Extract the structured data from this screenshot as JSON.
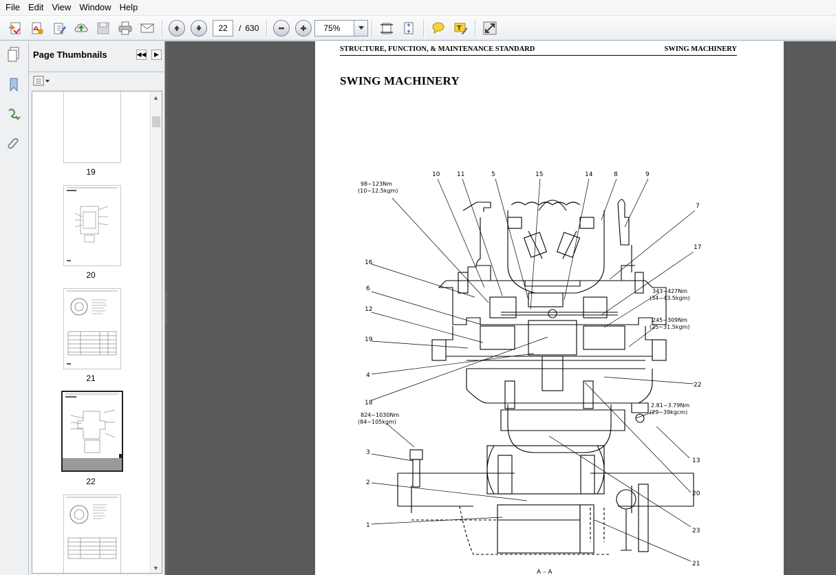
{
  "menu": [
    "File",
    "Edit",
    "View",
    "Window",
    "Help"
  ],
  "toolbar": {
    "current_page": "22",
    "page_separator": "/",
    "total_pages": "630",
    "zoom": "75%",
    "icons": [
      "create-pdf-icon",
      "acrobat-icon",
      "edit-icon",
      "cloud-upload-icon",
      "save-icon",
      "print-icon",
      "email-icon",
      "page-up-icon",
      "page-down-icon",
      "zoom-out-icon",
      "zoom-in-icon",
      "fit-width-icon",
      "fit-page-icon",
      "comment-icon",
      "highlight-icon",
      "full-screen-icon"
    ]
  },
  "panel": {
    "title": "Page Thumbnails",
    "thumbnails": [
      {
        "label": "19"
      },
      {
        "label": "20"
      },
      {
        "label": "21"
      },
      {
        "label": "22",
        "selected": true
      },
      {
        "label": ""
      }
    ]
  },
  "document": {
    "header_left": "STRUCTURE, FUNCTION, & MAINTENANCE STANDARD",
    "header_right": "SWING MACHINERY",
    "title": "SWING MACHINERY",
    "drawing": {
      "torques": [
        {
          "nm": "98~123Nm",
          "kgm": "(10~12.5kgm)"
        },
        {
          "nm": "343~427Nm",
          "kgm": "(34~43.5kgm)"
        },
        {
          "nm": "245~309Nm",
          "kgm": "(25~31.5kgm)"
        },
        {
          "nm": "2.81~3.79Nm",
          "kgm": "(29~39kgcm)"
        },
        {
          "nm": "824~1030Nm",
          "kgm": "(84~105kgm)"
        }
      ],
      "callouts": [
        "10",
        "11",
        "5",
        "15",
        "14",
        "8",
        "9",
        "7",
        "17",
        "16",
        "6",
        "12",
        "19",
        "4",
        "18",
        "22",
        "13",
        "3",
        "2",
        "1",
        "20",
        "23",
        "21"
      ],
      "section_label": "A – A"
    }
  }
}
